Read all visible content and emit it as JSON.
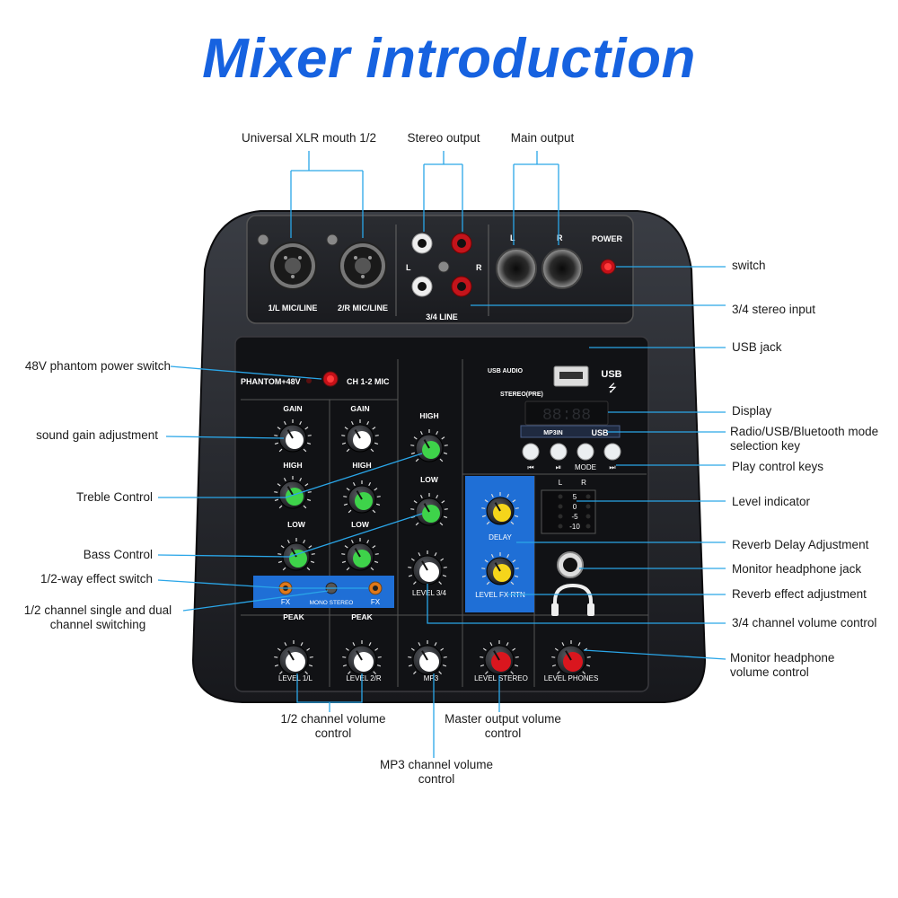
{
  "title": "Mixer introduction",
  "colors": {
    "title": "#1662e0",
    "leader": "#2aa6e8",
    "panel_blue": "#1f6fd6",
    "body": "#1d1f24"
  },
  "labels": {
    "xlr": "Universal XLR mouth 1/2",
    "stereo_out": "Stereo output",
    "main_out": "Main output",
    "switch": "switch",
    "stereo_in": "3/4 stereo input",
    "usb_jack": "USB jack",
    "phantom": "48V phantom power switch",
    "display": "Display",
    "mode_key": "Radio/USB/Bluetooth mode selection key",
    "gain": "sound gain adjustment",
    "play_keys": "Play control keys",
    "treble": "Treble Control",
    "level_ind": "Level indicator",
    "bass": "Bass Control",
    "reverb_delay": "Reverb Delay Adjustment",
    "headphone_jack": "Monitor headphone jack",
    "fx_switch": "1/2-way effect switch",
    "reverb_fx": "Reverb effect adjustment",
    "mono_stereo": "1/2 channel single and dual channel switching",
    "ch34_vol": "3/4 channel volume control",
    "hp_vol": "Monitor headphone volume control",
    "ch12_vol": "1/2 channel volume control",
    "master_vol": "Master output volume control",
    "mp3_vol": "MP3 channel volume control"
  },
  "panel": {
    "ch1": "1/L MIC/LINE",
    "ch2": "2/R MIC/LINE",
    "line34": "3/4 LINE",
    "L": "L",
    "R": "R",
    "power": "POWER",
    "phantom": "PHANTOM+48V",
    "ch12mic": "CH 1-2 MIC",
    "usb_audio": "USB AUDIO",
    "stereo_pre": "STEREO(PRE)",
    "usb": "USB",
    "gain": "GAIN",
    "high": "HIGH",
    "low": "LOW",
    "peak": "PEAK",
    "fx": "FX",
    "mono_stereo": "MONO STEREO",
    "delay": "DELAY",
    "level_fx_rtn": "LEVEL FX RTN",
    "level34": "LEVEL 3/4",
    "mp3": "MP3",
    "level_stereo": "LEVEL STEREO",
    "level_phones": "LEVEL PHONES",
    "mode": "MODE",
    "mp3in": "MP3IN",
    "display_digits": "88:88",
    "meter": [
      "5",
      "0",
      "-5",
      "-10"
    ],
    "level1": "LEVEL 1/L",
    "level2": "LEVEL 2/R"
  }
}
